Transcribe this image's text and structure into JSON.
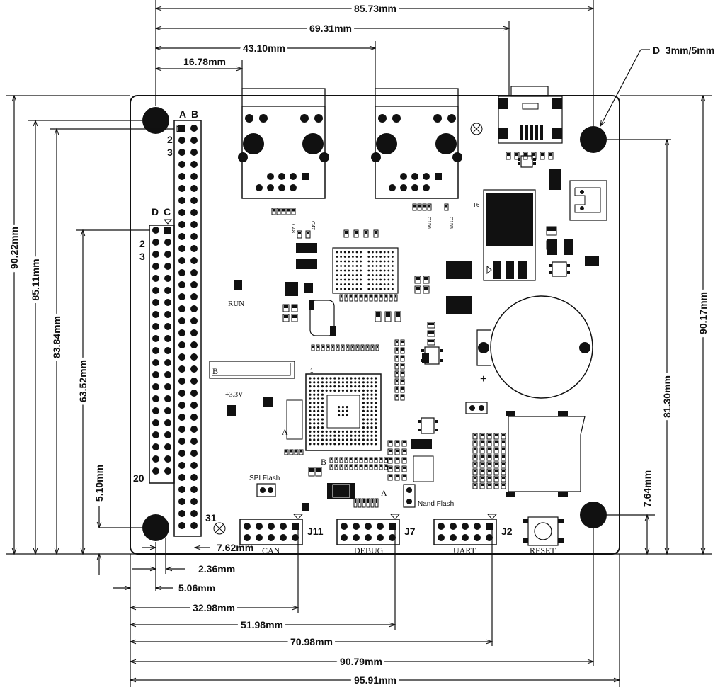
{
  "dimensions": {
    "top": [
      "85.73mm",
      "69.31mm",
      "43.10mm",
      "16.78mm"
    ],
    "left": [
      "90.22mm",
      "85.11mm",
      "83.84mm",
      "63.52mm",
      "5.10mm"
    ],
    "right": [
      "90.17mm",
      "81.30mm",
      "7.64mm"
    ],
    "bottom": [
      "7.62mm",
      "2.36mm",
      "5.06mm",
      "32.98mm",
      "51.98mm",
      "70.98mm",
      "90.79mm",
      "95.91mm"
    ],
    "hole": "D  3mm/5mm"
  },
  "connectors": {
    "row_a": "A",
    "row_b": "B",
    "row_c": "C",
    "row_d": "D",
    "pin_2": "2",
    "pin_3": "3",
    "pin_20": "20",
    "pin_31": "31",
    "j11": "J11",
    "j7": "J7",
    "j2": "J2",
    "can": "CAN",
    "debug": "DEBUG",
    "uart": "UART"
  },
  "silkscreen": {
    "run": "RUN",
    "v33": "+3.3V",
    "spi_flash": "SPI Flash",
    "nand_flash": "Nand Flash",
    "reset": "RESET",
    "t6": "T6",
    "c48": "C48",
    "c47": "C47",
    "c156": "C156",
    "c155": "C155",
    "mark_b1": "B",
    "mark_a1": "A",
    "mark_b2": "B",
    "mark_a2": "A",
    "pin1": "1",
    "plus": "+"
  }
}
